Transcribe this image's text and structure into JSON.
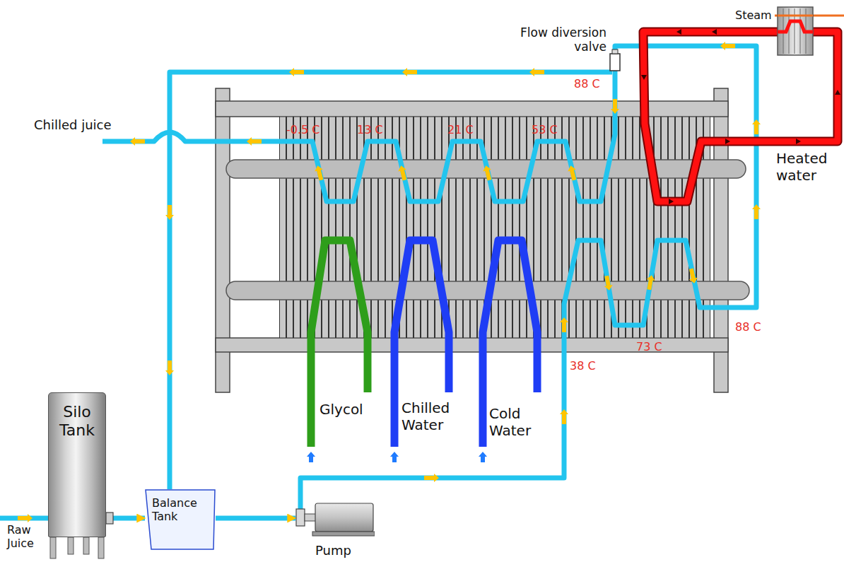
{
  "diagram": {
    "nodes": [
      {
        "text": [
          "Silo Tank"
        ]
      },
      {
        "text": [
          "Balance Tank"
        ]
      },
      {
        "text": [
          "Pump"
        ]
      }
    ],
    "edges": [
      {
        "from": 0,
        "to": 1,
        "arrow": "to"
      },
      {
        "from": 1,
        "to": 2,
        "arrow": "to"
      }
    ],
    "labels": [
      "Steam",
      "Flow diversion valve",
      "88 C",
      "Chilled juice",
      "-0.5 C",
      "13 C",
      "21 C",
      "53 C",
      "Heated water",
      "88 C",
      "73 C",
      "38 C",
      "Glycol",
      "Chilled Water",
      "Cold Water",
      "Raw Juice"
    ]
  }
}
